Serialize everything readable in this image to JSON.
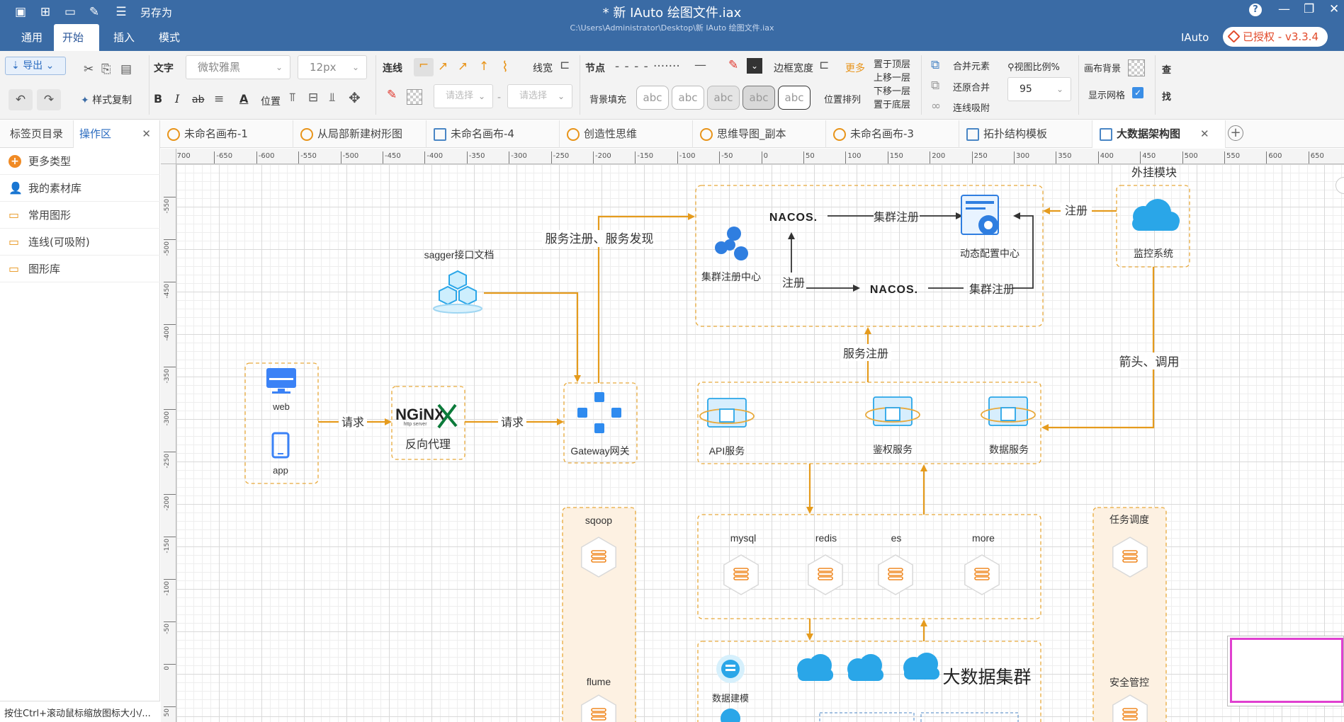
{
  "titlebar": {
    "save_as": "另存为",
    "title": "* 新 IAuto 绘图文件.iax",
    "path": "C:\\Users\\Administrator\\Desktop\\新 IAuto 绘图文件.iax"
  },
  "menu": {
    "items": [
      "通用",
      "开始",
      "插入",
      "模式"
    ],
    "active": "开始"
  },
  "brand": "IAuto",
  "license": "已授权 - v3.3.4",
  "toolbar": {
    "export": "导出",
    "format_painter": "样式复制",
    "text_label": "文字",
    "font": "微软雅黑",
    "font_size": "12px",
    "bold": "B",
    "italic": "I",
    "strike": "ab",
    "underline_a": "A",
    "position": "位置",
    "connector": "连线",
    "line_width": "线宽",
    "node": "节点",
    "border_width": "边框宽度",
    "more": "更多",
    "bg_fill": "背景填充",
    "abc": [
      "abc",
      "abc",
      "abc",
      "abc",
      "abc"
    ],
    "select_placeholder": "请选择",
    "arrange": "位置排列",
    "bring_top": "置于顶层",
    "move_up": "上移一层",
    "move_down": "下移一层",
    "send_bottom": "置于底层",
    "merge": "合并元素",
    "unmerge": "还原合并",
    "snap": "连线吸附",
    "view_ratio": "视图比例%",
    "zoom": "95",
    "canvas_bg": "画布背景",
    "show_grid": "显示网格",
    "find": "查",
    "find2": "找"
  },
  "panel_tabs": [
    "标签页目录",
    "操作区"
  ],
  "doc_tabs": [
    {
      "label": "未命名画布-1",
      "icon": "bulb"
    },
    {
      "label": "从局部新建树形图",
      "icon": "bulb"
    },
    {
      "label": "未命名画布-4",
      "icon": "tree"
    },
    {
      "label": "创造性思维",
      "icon": "bulb"
    },
    {
      "label": "思维导图_副本",
      "icon": "bulb"
    },
    {
      "label": "未命名画布-3",
      "icon": "bulb"
    },
    {
      "label": "拓扑结构模板",
      "icon": "tree"
    },
    {
      "label": "大数据架构图",
      "icon": "tree",
      "active": true
    }
  ],
  "sidebar": {
    "items": [
      "更多类型",
      "我的素材库",
      "常用图形",
      "连线(可吸附)",
      "图形库"
    ]
  },
  "status": "按住Ctrl+滚动鼠标缩放图标大小/...",
  "rulers": {
    "h": [
      "-700",
      "-650",
      "-600",
      "-550",
      "-500",
      "-450",
      "-400",
      "-350",
      "-300",
      "-250",
      "-200",
      "-150",
      "-100",
      "-50",
      "0",
      "50",
      "100",
      "150",
      "200",
      "250",
      "300",
      "350",
      "400",
      "450",
      "500",
      "550",
      "600",
      "650"
    ],
    "v": [
      "-550",
      "-500",
      "-450",
      "-400",
      "-350",
      "-300",
      "-250",
      "-200",
      "-150",
      "-100",
      "-50",
      "0",
      "50"
    ]
  },
  "diagram": {
    "web": "web",
    "app": "app",
    "request1": "请求",
    "request2": "请求",
    "nginx": "NGiNX",
    "nginx_sub": "http server",
    "reverse_proxy": "反向代理",
    "gateway": "Gateway网关",
    "swagger": "sagger接口文档",
    "svc_reg_disc": "服务注册、服务发现",
    "nacos": "NACOS.",
    "cluster_reg_center": "集群注册中心",
    "cluster_reg": "集群注册",
    "register": "注册",
    "dynamic_config": "动态配置中心",
    "plugin_module": "外挂模块",
    "monitor": "监控系统",
    "register2": "注册",
    "arrow_call": "箭头、调用",
    "svc_reg": "服务注册",
    "api_svc": "API服务",
    "auth_svc": "鉴权服务",
    "data_svc": "数据服务",
    "stores": [
      "mysql",
      "redis",
      "es",
      "more"
    ],
    "sqoop": "sqoop",
    "flume": "flume",
    "task_sched": "任务调度",
    "security": "安全管控",
    "data_model": "数据建模",
    "bigdata": "大数据集群"
  }
}
